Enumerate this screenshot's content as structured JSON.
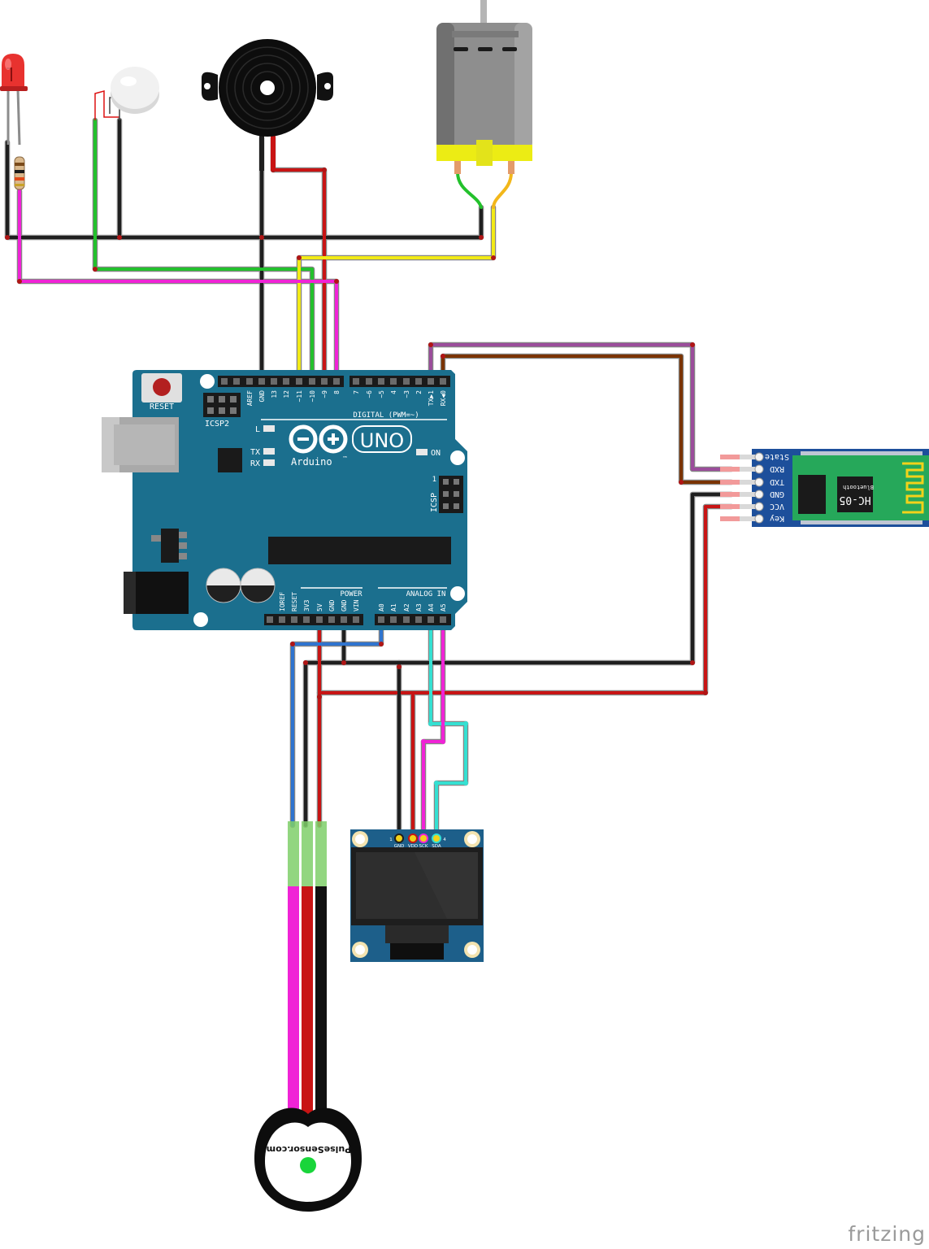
{
  "arduino": {
    "labels": {
      "reset": "RESET",
      "icsp2": "ICSP2",
      "l": "L",
      "tx": "TX",
      "rx": "RX",
      "on": "ON",
      "uno": "UNO",
      "brand": "Arduino",
      "tm": "™",
      "digital": "DIGITAL (PWM=~)",
      "power": "POWER",
      "analog": "ANALOG IN",
      "icsp": "ICSP",
      "icsp_pin1": "1"
    },
    "top_pins": [
      "AREF",
      "GND",
      "13",
      "12",
      "~11",
      "~10",
      "~9",
      "8",
      "7",
      "~6",
      "~5",
      "4",
      "~3",
      "2",
      "TX▶1",
      "RX◀0"
    ],
    "bottom_pins": [
      "IOREF",
      "RESET",
      "3V3",
      "5V",
      "GND",
      "GND",
      "VIN",
      "A0",
      "A1",
      "A2",
      "A3",
      "A4",
      "A5"
    ]
  },
  "bluetooth": {
    "pins": [
      "State",
      "RXD",
      "TXD",
      "GND",
      "VCC",
      "Key"
    ],
    "chip_label": "HC-05",
    "chip_sublabel": "Bluetooth"
  },
  "oled": {
    "pins": [
      "GND",
      "VDD",
      "SCK",
      "SDA"
    ],
    "pin_numbers": [
      "1",
      "4"
    ]
  },
  "pulse_sensor": {
    "label": "PulseSensor.com"
  },
  "watermark": "fritzing",
  "colors": {
    "board": "#1b6f8e",
    "wire_black": "#1f1f1f",
    "wire_red": "#c81414",
    "wire_green": "#23c12c",
    "wire_yellow": "#f2ea17",
    "wire_magenta": "#f023d6",
    "wire_purple": "#9b4d9b",
    "wire_brown": "#7a3300",
    "wire_blue": "#2f74cf",
    "wire_cyan": "#35e0d2",
    "bt_board": "#26a85a",
    "oled_board": "#1d5f8a"
  }
}
